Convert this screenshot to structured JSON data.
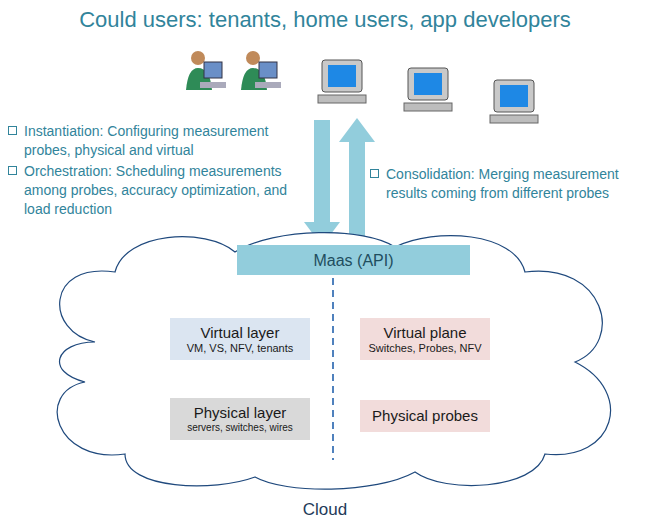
{
  "diagram": {
    "title": "Could users: tenants, home users, app developers",
    "nodes": [
      {
        "text": [
          "Maas (API)"
        ]
      },
      {
        "text": [
          "Cloud"
        ]
      },
      {
        "text": [
          "Virtual layer",
          "VM, VS, NFV, tenants"
        ],
        "in": 1
      },
      {
        "text": [
          "Virtual plane",
          "Switches, Probes, NFV"
        ],
        "in": 1
      },
      {
        "text": [
          "Physical layer",
          "servers, switches, wires"
        ],
        "in": 1
      },
      {
        "text": [
          "Physical probes"
        ],
        "in": 1
      }
    ],
    "edges": [],
    "labels": [
      "Instantiation: Configuring measurement probes, physical and virtual",
      "Orchestration: Scheduling measurements among probes, accuracy optimization, and load reduction",
      "Consolidation: Merging measurement results coming from different probes"
    ]
  }
}
